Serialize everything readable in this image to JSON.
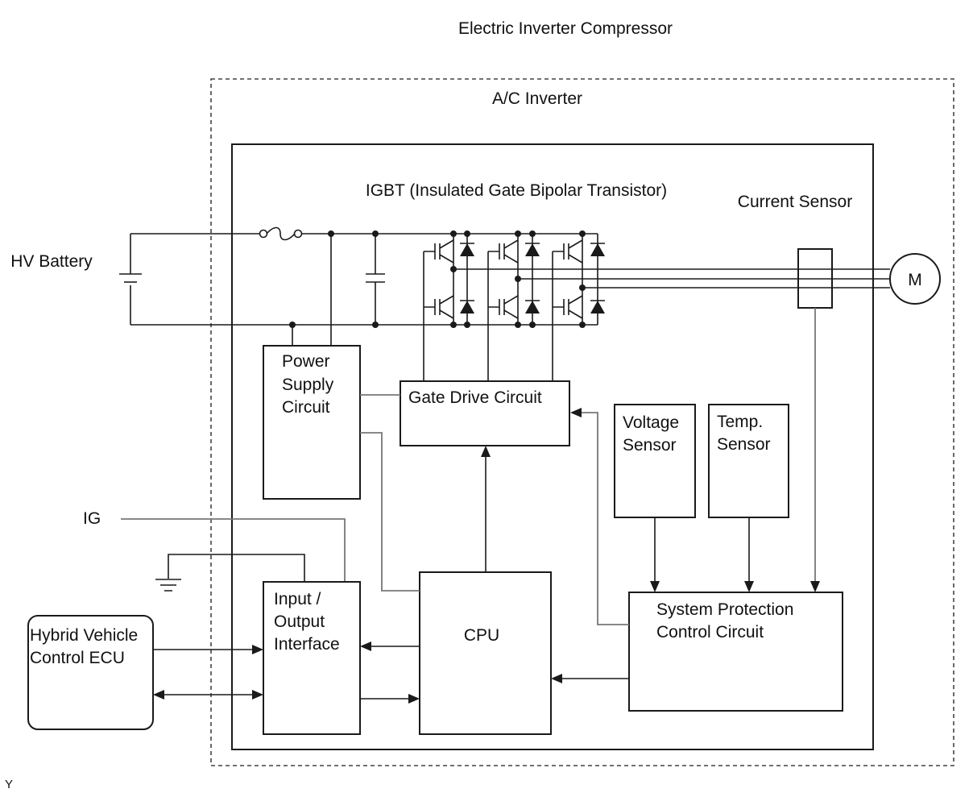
{
  "title": "Electric Inverter Compressor",
  "inverter": {
    "label": "A/C Inverter"
  },
  "igbt": {
    "label": "IGBT (Insulated Gate Bipolar Transistor)"
  },
  "current_sensor": {
    "label": "Current Sensor"
  },
  "motor": {
    "label": "M"
  },
  "hv_battery": {
    "label": "HV Battery"
  },
  "power_supply": {
    "lines": [
      "Power",
      "Supply",
      "Circuit"
    ]
  },
  "gate_drive": {
    "label": "Gate Drive Circuit"
  },
  "voltage_sensor": {
    "lines": [
      "Voltage",
      "Sensor"
    ]
  },
  "temp_sensor": {
    "lines": [
      "Temp.",
      "Sensor"
    ]
  },
  "ig": {
    "label": "IG"
  },
  "io_interface": {
    "lines": [
      "Input /",
      "Output",
      "Interface"
    ]
  },
  "cpu": {
    "label": "CPU"
  },
  "system_protection": {
    "lines": [
      "System Protection",
      "Control Circuit"
    ]
  },
  "hv_ecu": {
    "lines": [
      "Hybrid Vehicle",
      "Control ECU"
    ]
  },
  "footer_code": "Y"
}
